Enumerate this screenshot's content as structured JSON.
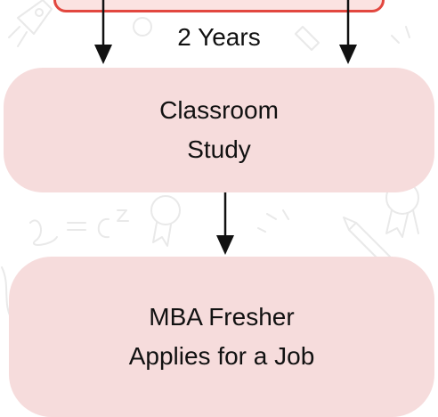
{
  "colors": {
    "top_box_border": "#e2473f",
    "box_fill": "#f6dcdc",
    "text": "#111111",
    "arrow": "#111111"
  },
  "edge_label": "2 Years",
  "nodes": [
    {
      "id": "classroom",
      "lines": [
        "Classroom",
        "Study"
      ]
    },
    {
      "id": "fresher",
      "lines": [
        "MBA Fresher",
        "Applies for a Job"
      ]
    }
  ],
  "edges": [
    {
      "from": "top",
      "to": "classroom",
      "label": "2 Years"
    },
    {
      "from": "classroom",
      "to": "fresher",
      "label": ""
    }
  ],
  "background_icons": [
    "rocket-icon",
    "award-ribbon-icon",
    "pencil-icon",
    "math-formula-doodle"
  ]
}
